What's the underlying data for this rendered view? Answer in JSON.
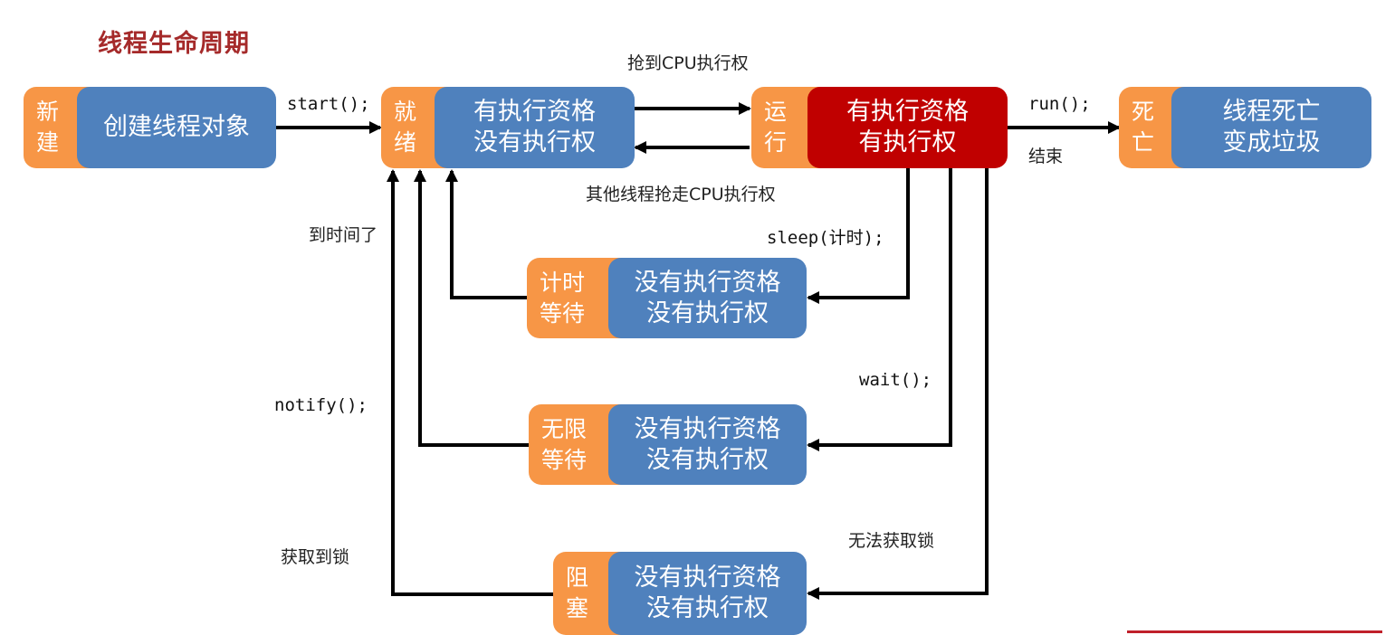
{
  "title": "线程生命周期",
  "states": {
    "new": {
      "tag": [
        "新",
        "建"
      ],
      "body": [
        "创建线程对象"
      ]
    },
    "runnable": {
      "tag": [
        "就",
        "绪"
      ],
      "body": [
        "有执行资格",
        "没有执行权"
      ]
    },
    "running": {
      "tag": [
        "运",
        "行"
      ],
      "body": [
        "有执行资格",
        "有执行权"
      ]
    },
    "terminated": {
      "tag": [
        "死",
        "亡"
      ],
      "body": [
        "线程死亡",
        "变成垃圾"
      ]
    },
    "timed_waiting": {
      "tag": [
        "计时",
        "等待"
      ],
      "body": [
        "没有执行资格",
        "没有执行权"
      ]
    },
    "waiting": {
      "tag": [
        "无限",
        "等待"
      ],
      "body": [
        "没有执行资格",
        "没有执行权"
      ]
    },
    "blocked": {
      "tag": [
        "阻",
        "塞"
      ],
      "body": [
        "没有执行资格",
        "没有执行权"
      ]
    }
  },
  "transitions": {
    "start": "start();",
    "get_cpu": "抢到CPU执行权",
    "lose_cpu": "其他线程抢走CPU执行权",
    "run": "run();",
    "end": "结束",
    "sleep": "sleep(计时);",
    "time_up": "到时间了",
    "wait": "wait();",
    "notify": "notify();",
    "no_lock": "无法获取锁",
    "got_lock": "获取到锁"
  },
  "colors": {
    "tag": "#f79646",
    "body": "#4f81bd",
    "running_body": "#c00000",
    "title": "#a52a2a"
  }
}
